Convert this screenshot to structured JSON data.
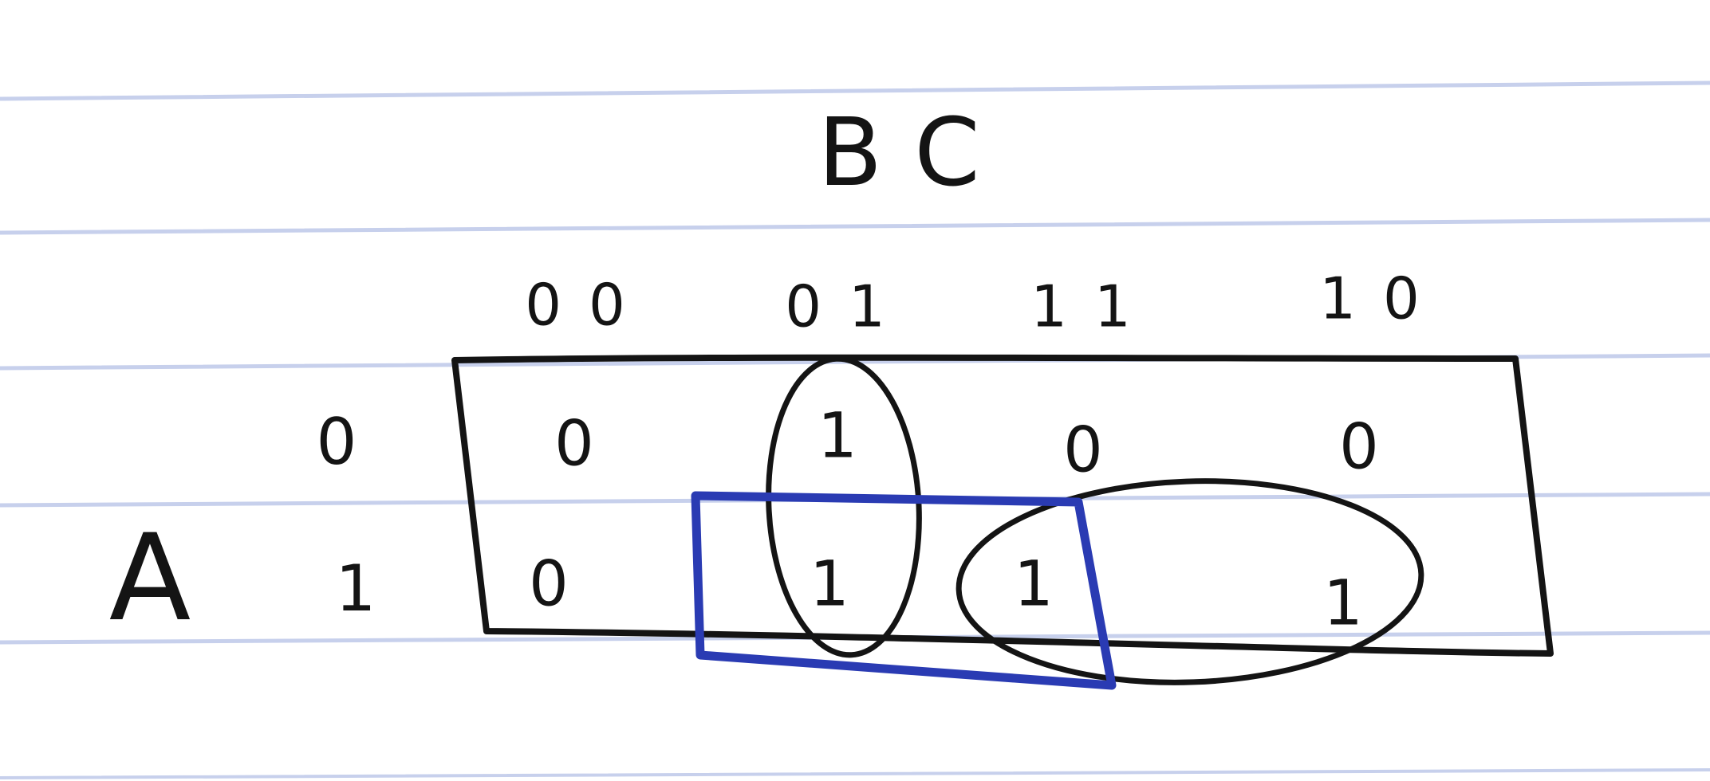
{
  "kmap": {
    "column_variables": "BC",
    "row_variable": "A",
    "column_headers": [
      "00",
      "01",
      "11",
      "10"
    ],
    "row_headers": [
      "0",
      "1"
    ],
    "cells": [
      [
        "0",
        "1",
        "0",
        "0"
      ],
      [
        "0",
        "1",
        "1",
        "1"
      ]
    ]
  },
  "groupings": [
    {
      "cells": [
        "A=0,BC=01",
        "A=1,BC=01"
      ],
      "marker": "ellipse",
      "color": "#141414"
    },
    {
      "cells": [
        "A=1,BC=11",
        "A=1,BC=10"
      ],
      "marker": "ellipse",
      "color": "#141414"
    },
    {
      "cells": [
        "A=1,BC=01",
        "A=1,BC=11"
      ],
      "marker": "rectangle",
      "color": "#2a3bb3"
    }
  ],
  "colors": {
    "ink": "#141414",
    "blue_pen": "#2a3bb3",
    "ruled_line": "#c7d0ec",
    "paper": "#ffffff"
  }
}
